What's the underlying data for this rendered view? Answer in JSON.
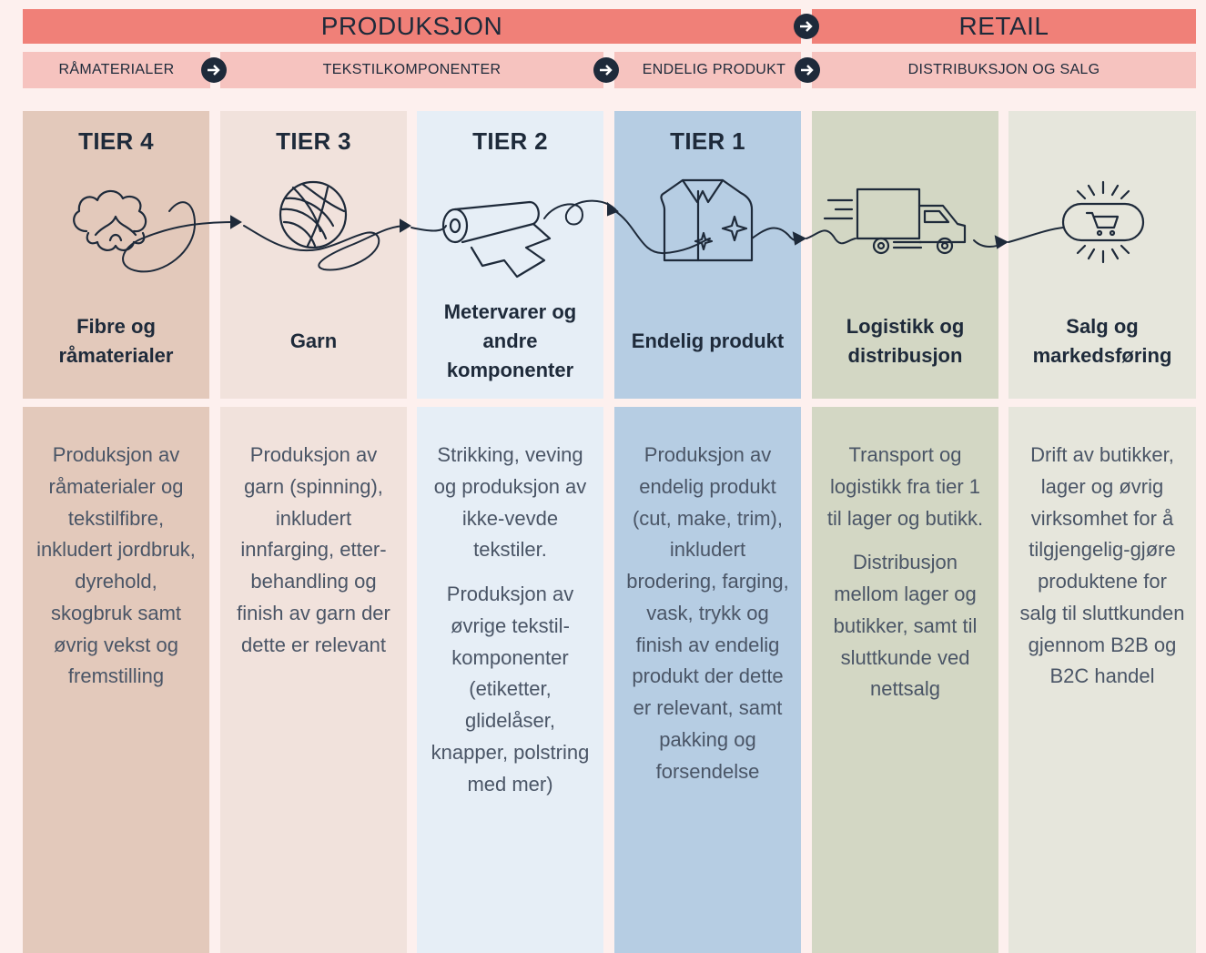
{
  "phases": [
    {
      "label": "PRODUKSJON"
    },
    {
      "label": "RETAIL"
    }
  ],
  "subphases": [
    {
      "label": "RÅMATERIALER"
    },
    {
      "label": "TEKSTILKOMPONENTER"
    },
    {
      "label": "ENDELIG PRODUKT"
    },
    {
      "label": "DISTRIBUKSJON OG SALG"
    }
  ],
  "columns": [
    {
      "tier": "TIER 4",
      "icon": "cotton-icon",
      "title": "Fibre og råmaterialer",
      "desc": [
        "Produksjon av råmaterialer og tekstilfibre, inkludert jordbruk, dyrehold, skogbruk samt øvrig vekst og fremstilling"
      ]
    },
    {
      "tier": "TIER 3",
      "icon": "yarn-ball-icon",
      "title": "Garn",
      "desc": [
        "Produksjon av garn (spinning), inkludert innfarging, etter-behandling og finish av garn der dette er relevant"
      ]
    },
    {
      "tier": "TIER 2",
      "icon": "fabric-roll-icon",
      "title": "Metervarer og andre komponenter",
      "desc": [
        "Strikking, veving og produksjon av ikke-vevde tekstiler.",
        "Produksjon av øvrige tekstil-komponenter (etiketter, glidelåser, knapper, polstring med mer)"
      ]
    },
    {
      "tier": "TIER 1",
      "icon": "shirt-icon",
      "title": "Endelig produkt",
      "desc": [
        "Produksjon av endelig produkt (cut, make, trim), inkludert brodering, farging, vask, trykk og finish av endelig produkt der dette er relevant, samt pakking og forsendelse"
      ]
    },
    {
      "tier": "",
      "icon": "truck-icon",
      "title": "Logistikk og distribusjon",
      "desc": [
        "Transport og logistikk fra tier 1 til lager og butikk.",
        "Distribusjon mellom lager og butikker, samt til sluttkunde ved nettsalg"
      ]
    },
    {
      "tier": "",
      "icon": "shopping-cart-icon",
      "title": "Salg og markedsføring",
      "desc": [
        "Drift av butikker, lager og øvrig virksomhet for å tilgjengelig-gjøre produktene for salg til sluttkunden gjennom B2B og B2C handel"
      ]
    }
  ],
  "colors": {
    "phase": "#f08078",
    "subphase": "#f6c3bf",
    "col_top": [
      "#e3c9bb",
      "#f1e2dc",
      "#e6eef6",
      "#b6cde3",
      "#d3d7c4",
      "#e6e6dc"
    ],
    "col_bottom": [
      "#e3c9bb",
      "#f1e2dc",
      "#e6eef6",
      "#b6cde3",
      "#d3d7c4",
      "#e6e6dc"
    ],
    "ink": "#1e2a3a"
  }
}
